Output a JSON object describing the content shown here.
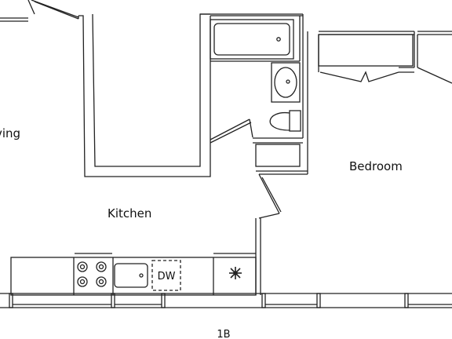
{
  "rooms": {
    "living": "ving",
    "kitchen": "Kitchen",
    "bedroom": "Bedroom"
  },
  "appliances": {
    "dishwasher": "DW",
    "refrigerator_icon": "snowflake-icon"
  },
  "unit": {
    "label": "1B"
  },
  "colors": {
    "line": "#222222",
    "background": "#ffffff"
  }
}
